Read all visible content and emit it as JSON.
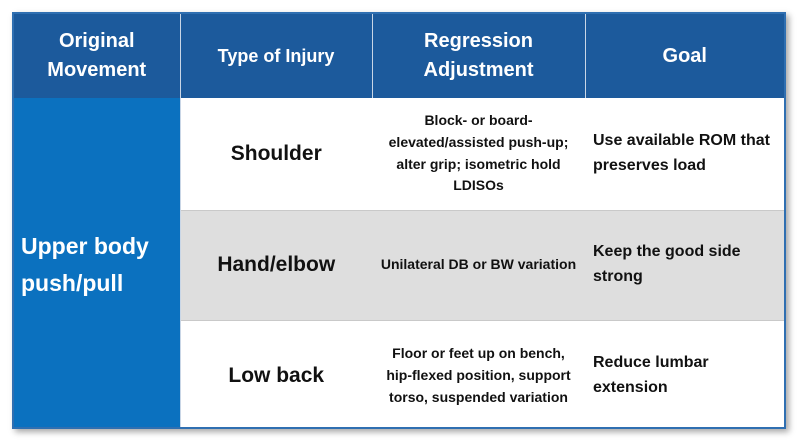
{
  "table": {
    "headers": {
      "movement": "Original Movement",
      "injury": "Type of Injury",
      "regression": "Regression Adjustment",
      "goal": "Goal"
    },
    "movement": "Upper body push/pull",
    "rows": [
      {
        "injury": "Shoulder",
        "regression": "Block- or board-elevated/assisted push-up; alter grip; isometric hold LDISOs",
        "goal": "Use available ROM that preserves load"
      },
      {
        "injury": "Hand/elbow",
        "regression": "Unilateral DB or BW variation",
        "goal": "Keep the good side strong"
      },
      {
        "injury": "Low back",
        "regression": "Floor or feet up on bench, hip-flexed position, support torso, suspended variation",
        "goal": "Reduce lumbar extension"
      }
    ]
  },
  "colors": {
    "header_bg": "#1c5a9c",
    "movement_bg": "#0b71bf",
    "row_gray": "#dedede",
    "text": "#111111"
  }
}
